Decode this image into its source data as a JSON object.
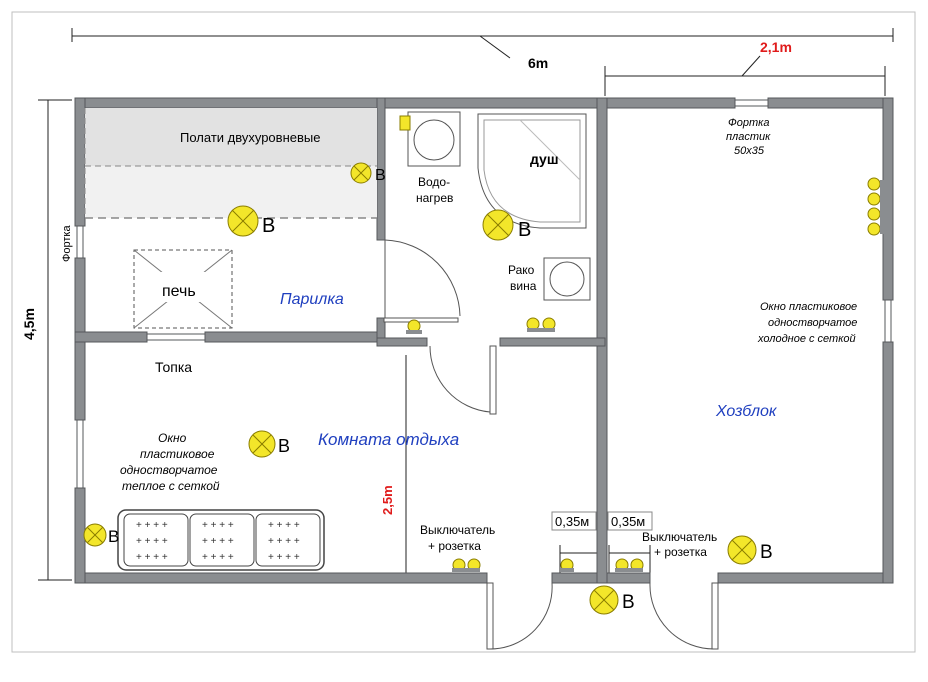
{
  "dimensions": {
    "total_width": "6m",
    "storage_width": "2,1m",
    "total_height": "4,5m",
    "rest_room_depth": "2,5m",
    "door_offset_left": "0,35м",
    "door_offset_right": "0,35м"
  },
  "rooms": {
    "steam_room": "Парилка",
    "rest_room": "Комната отдыха",
    "storage": "Хозблок",
    "shower": "душ"
  },
  "labels": {
    "bench": "Полати двухуровневые",
    "stove": "печь",
    "firebox": "Топка",
    "water_heater_line1": "Водо-",
    "water_heater_line2": "нагрев",
    "sink_line1": "Рако",
    "sink_line2": "вина",
    "vent_left": "Фортка",
    "vent_top_line1": "Фортка",
    "vent_top_line2": "пластик",
    "vent_top_line3": "50x35",
    "window_right_line1": "Окно пластиковое",
    "window_right_line2": "одностворчатое",
    "window_right_line3": "холодное с сеткой",
    "window_left_line1": "Окно",
    "window_left_line2": "пластиковое",
    "window_left_line3": "одностворчатое",
    "window_left_line4": "теплое с сеткой",
    "switch_left_line1": "Выключатель",
    "switch_left_line2": "+ розетка",
    "switch_right_line1": "Выключатель",
    "switch_right_line2": "+ розетка",
    "lamp_mark": "В"
  },
  "colors": {
    "wall": "#8a8d90",
    "room_label": "#1f3fbf",
    "dimension_red": "#e01b1b",
    "lamp": "#f3e62a"
  },
  "icons": [
    "light-fixture-icon",
    "socket-icon",
    "door-swing-icon",
    "window-icon",
    "stove-icon",
    "sofa-icon",
    "sink-icon",
    "water-heater-icon",
    "shower-tray-icon"
  ]
}
